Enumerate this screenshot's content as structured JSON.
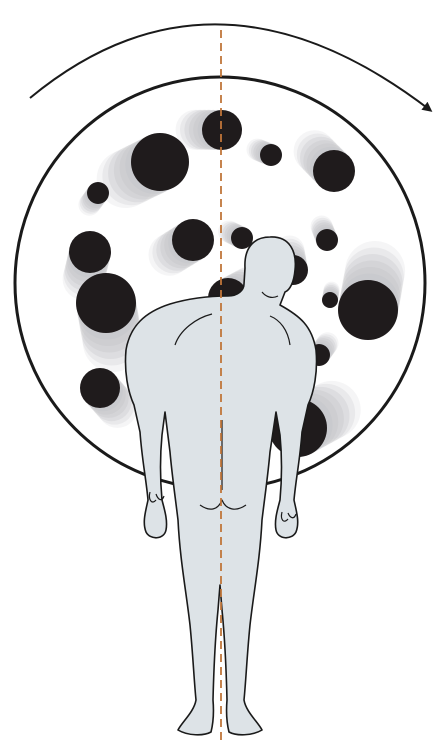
{
  "colors": {
    "background": "#ffffff",
    "outline": "#1a1a1a",
    "dot": "#1f1b1c",
    "dot_trail": "#c7c8cb",
    "figure_fill": "#dde3e7",
    "figure_stroke": "#1a1a1a",
    "midline": "#c0763a"
  },
  "diagram": {
    "rotation_direction": "clockwise",
    "dot_count": 23,
    "elements": [
      "rotating-drum-with-dots",
      "rotation-arrow",
      "standing-figure-rear-view",
      "vertical-midline"
    ]
  }
}
